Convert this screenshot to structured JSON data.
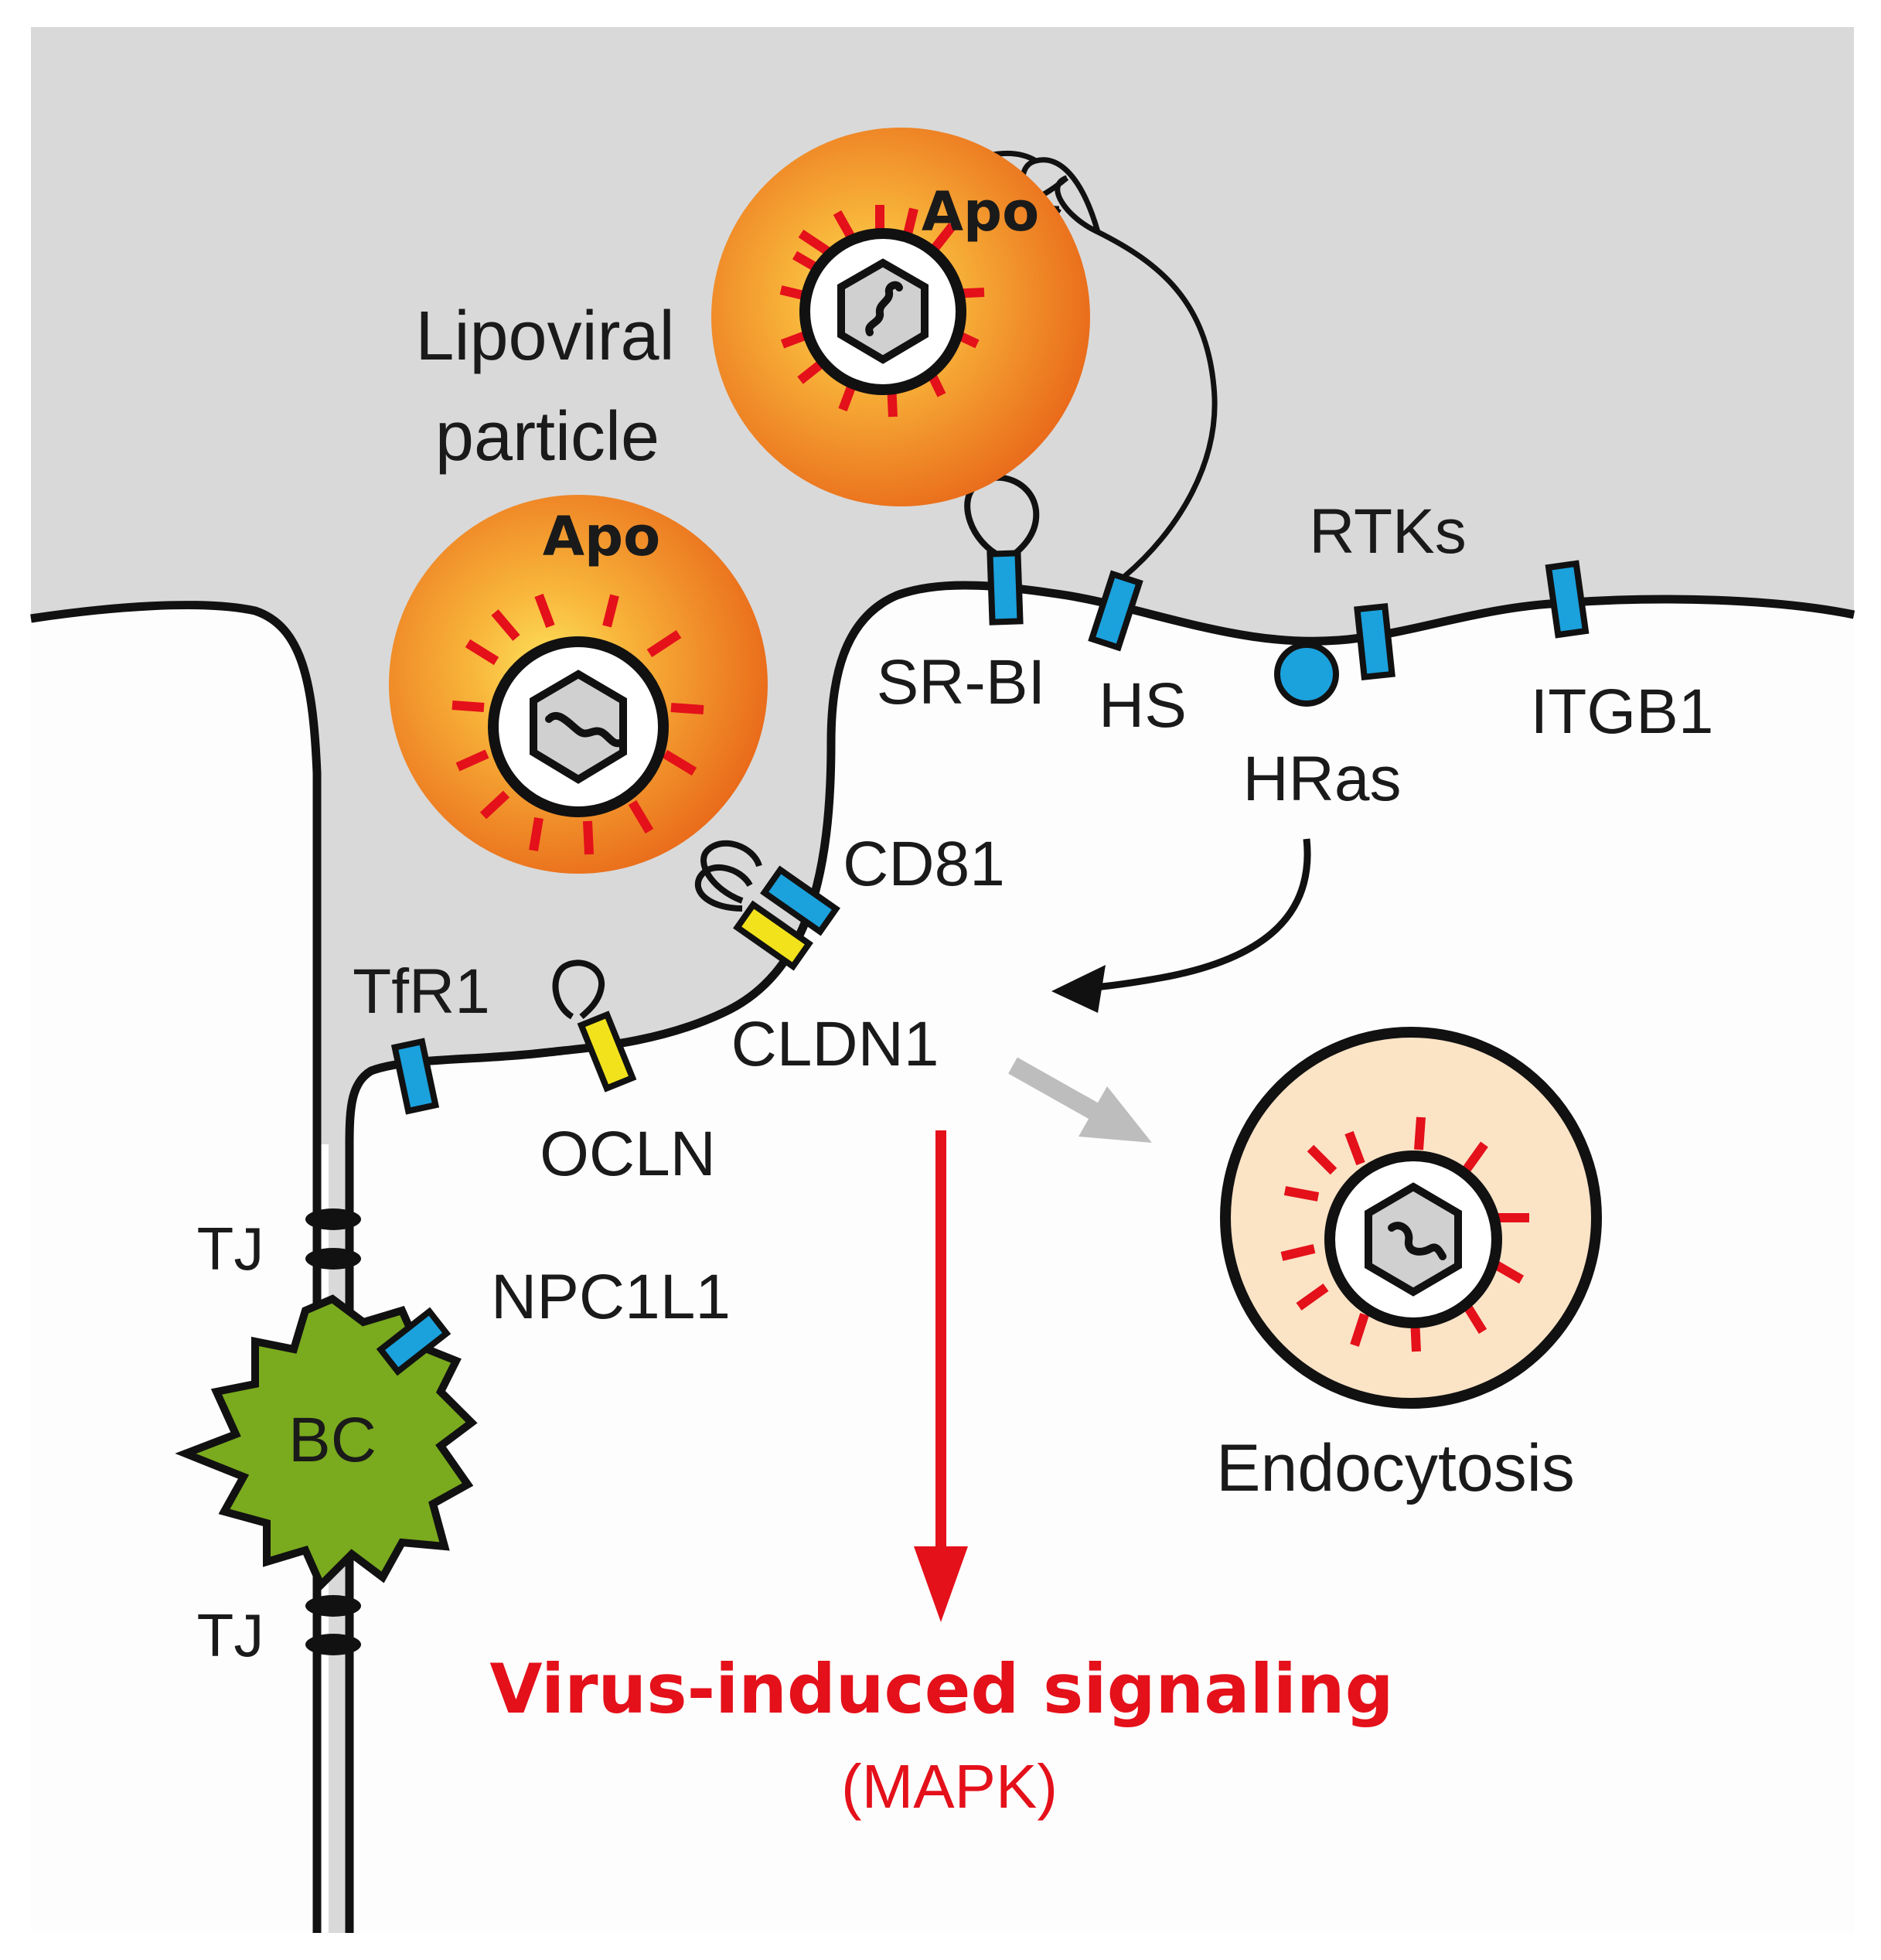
{
  "colors": {
    "extracellular": "#d9d9d9",
    "cytoplasm": "#fdfdfd",
    "membrane": "#111111",
    "receptor_blue": "#1ba1dc",
    "receptor_yellow": "#f2e21b",
    "apo_halo_outer": "#ea6b1c",
    "apo_halo_inner": "#fbd24a",
    "spike_red": "#e4101a",
    "capsid_gray": "#d0d0d0",
    "bile_canaliculus": "#7aaa1e",
    "endosome_fill": "#fbe3c6",
    "signal_red": "#e4101a",
    "gray_arrow": "#bdbdbd"
  },
  "labels": {
    "apo_upper": "Apo",
    "apo_lower": "Apo",
    "lipoviral_line1": "Lipoviral",
    "lipoviral_line2": "particle",
    "srbi": "SR-BI",
    "hs": "HS",
    "rtks": "RTKs",
    "hras": "HRas",
    "itgb1": "ITGB1",
    "cd81": "CD81",
    "cldn1": "CLDN1",
    "tfr1": "TfR1",
    "ocln": "OCLN",
    "tj_upper": "TJ",
    "tj_lower": "TJ",
    "npc1l1": "NPC1L1",
    "bc": "BC",
    "endocytosis": "Endocytosis",
    "signaling": "Virus-induced signaling",
    "mapk": "(MAPK)"
  },
  "icons": {
    "virus_core": "hexagonal-capsid-with-rna",
    "receptor": "rectangle-receptor",
    "bile_canaliculus": "spiky-green-circle"
  }
}
